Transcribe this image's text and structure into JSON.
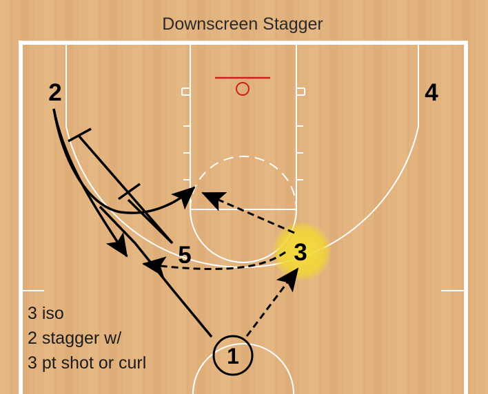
{
  "diagram": {
    "title": "Downscreen Stagger",
    "players": {
      "p1": "1",
      "p2": "2",
      "p3": "3",
      "p4": "4",
      "p5": "5"
    },
    "notes": [
      "3 iso",
      "2 stagger w/",
      "3 pt shot or curl"
    ],
    "colors": {
      "wood": "#e2b37f",
      "court_lines": "#ffffff",
      "rim": "#cc1f1f",
      "highlight": "#f5e03a",
      "ink": "#000000"
    }
  }
}
